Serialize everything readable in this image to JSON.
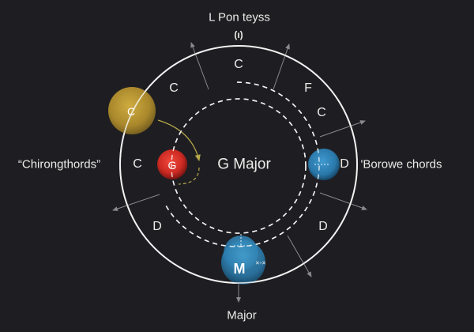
{
  "header": {
    "title": "L Pon teyss",
    "subtitle": "(ı)"
  },
  "center": {
    "key_label": "G Major"
  },
  "side_labels": {
    "left": "“Chirongthords”",
    "right": "'Borowe chords"
  },
  "footer": {
    "label": "Major"
  },
  "ring_notes": [
    {
      "id": "top",
      "text": "C"
    },
    {
      "id": "upper-left",
      "text": "C"
    },
    {
      "id": "upper-right",
      "text": "F"
    },
    {
      "id": "right-upper",
      "text": "C"
    },
    {
      "id": "left",
      "text": "C"
    },
    {
      "id": "right",
      "text": "D"
    },
    {
      "id": "lower-left",
      "text": "D"
    },
    {
      "id": "lower-right",
      "text": "D"
    }
  ],
  "nodes": [
    {
      "id": "yellow",
      "label": "C",
      "color": "#c9a535",
      "edge_color": "#7d6420"
    },
    {
      "id": "red",
      "label": "G",
      "color": "#e0332b",
      "edge_color": "#7a1512"
    },
    {
      "id": "blue-right",
      "label": "",
      "color": "#2c82b8",
      "edge_color": "#17496b"
    },
    {
      "id": "blue-bottom",
      "label": "M",
      "color": "#2d8dc2",
      "edge_color": "#185378",
      "annotation": "×-×"
    }
  ],
  "colors": {
    "background": "#1e1e22",
    "outer_ring": "#e8e8e8",
    "dashed_ring": "#f2f2f2",
    "arrows": "#8a8a8e",
    "yellow_arrow": "#b7a84a",
    "text": "#ecebe8"
  }
}
